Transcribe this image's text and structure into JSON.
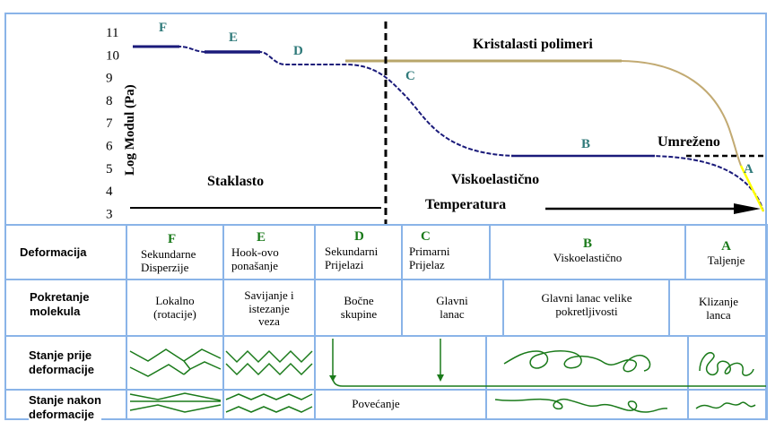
{
  "plot": {
    "ylabel": "Log Modul (Pa)",
    "yticks": [
      "11",
      "10",
      "9",
      "8",
      "7",
      "6",
      "5",
      "4",
      "3"
    ],
    "curve_letters": [
      "F",
      "E",
      "D",
      "C",
      "B",
      "A"
    ],
    "crystalline_label": "Kristalasti polimeri",
    "crosslinked_label": "Umreženo",
    "region_glassy": "Staklasto",
    "region_viscoelastic": "Viskoelastično",
    "axis_label": "Temperatura",
    "colors": {
      "main_curve": "#1a1a7a",
      "crystalline_curve": "#c2aa72",
      "melt_segment": "#ffff00",
      "letters": "#2f7a7a",
      "grid": "#8ab4e8",
      "table_green": "#1a7a1a"
    }
  },
  "table": {
    "row_headers": {
      "deformation": "Deformacija",
      "molecular_motion_1": "Pokretanje",
      "molecular_motion_2": "molekula",
      "before_1": "Stanje prije",
      "before_2": "deformacije",
      "after_1": "Stanje nakon",
      "after_2": "deformacije"
    },
    "deformation": [
      {
        "letter": "F",
        "line1": "Sekundarne",
        "line2": "Disperzije"
      },
      {
        "letter": "E",
        "line1": "Hook-ovo",
        "line2": "ponašanje"
      },
      {
        "letter": "D",
        "line1": "Sekundarni",
        "line2": "Prijelazi"
      },
      {
        "letter": "C",
        "line1": "Primarni",
        "line2": "Prijelaz"
      },
      {
        "letter": "B",
        "line1": "Viskoelastično",
        "line2": ""
      },
      {
        "letter": "A",
        "line1": "Taljenje",
        "line2": ""
      }
    ],
    "motion": [
      {
        "line1": "Lokalno",
        "line2": "(rotacije)"
      },
      {
        "line1": "Savijanje i",
        "line2": "istezanje",
        "line3": "veza"
      },
      {
        "line1": "Bočne",
        "line2": "skupine"
      },
      {
        "line1": "Glavni",
        "line2": "lanac"
      },
      {
        "line1": "Glavni lanac velike",
        "line2": "pokretljivosti"
      },
      {
        "line1": "Klizanje",
        "line2": "lanca"
      }
    ],
    "increase_label": "Povećanje"
  }
}
